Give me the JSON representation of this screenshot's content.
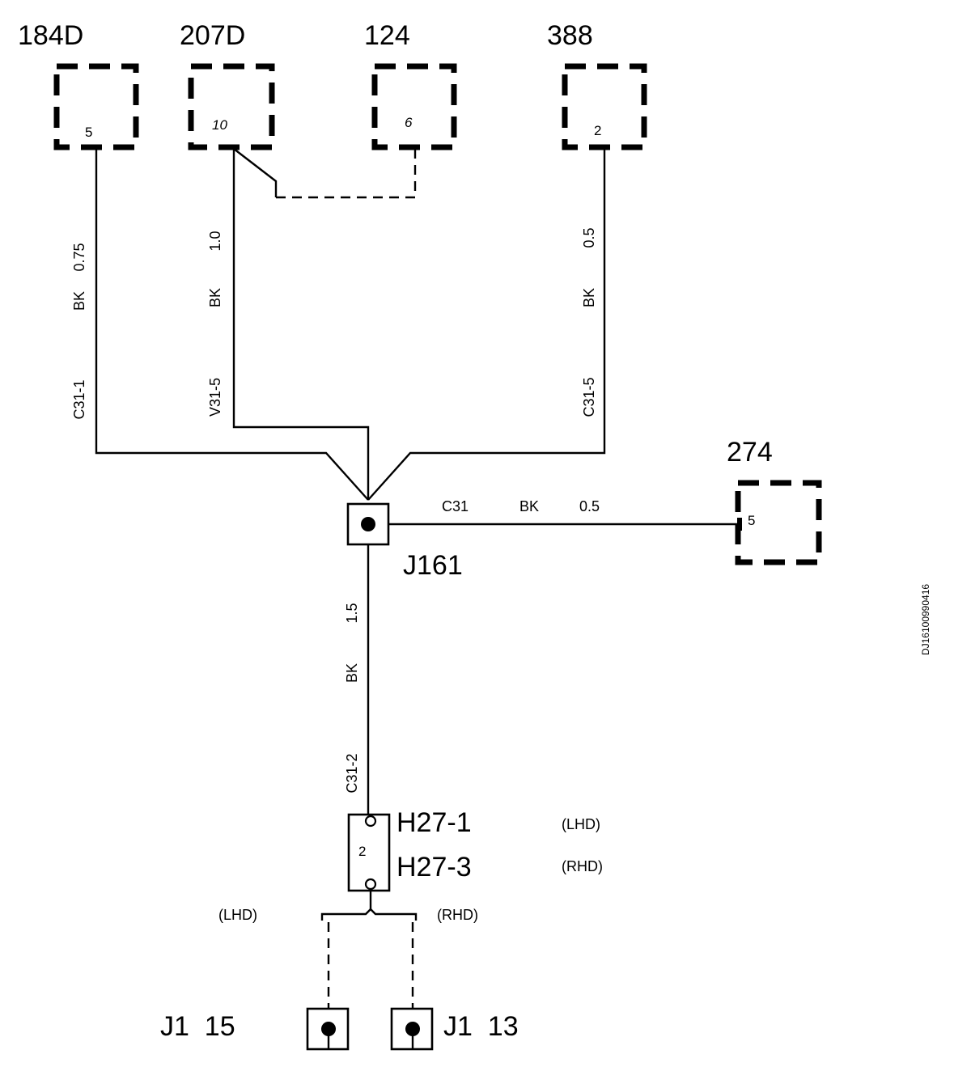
{
  "components": {
    "c184d": {
      "label": "184D",
      "pin": "5"
    },
    "c207d": {
      "label": "207D",
      "pin": "10"
    },
    "c124": {
      "label": "124",
      "pin": "6"
    },
    "c388": {
      "label": "388",
      "pin": "2"
    },
    "c274": {
      "label": "274",
      "pin": "5"
    }
  },
  "wires": {
    "w184d": {
      "circuit": "C31-1",
      "color": "BK",
      "gauge": "0.75"
    },
    "w207d": {
      "circuit": "V31-5",
      "color": "BK",
      "gauge": "1.0"
    },
    "w388": {
      "circuit": "C31-5",
      "color": "BK",
      "gauge": "0.5"
    },
    "w274": {
      "circuit": "C31",
      "color": "BK",
      "gauge": "0.5"
    },
    "wdown": {
      "circuit": "C31-2",
      "color": "BK",
      "gauge": "1.5"
    }
  },
  "splice": {
    "label": "J161"
  },
  "connector_h27": {
    "pin": "2",
    "label_lhd": "H27-1",
    "label_rhd": "H27-3",
    "note_lhd": "(LHD)",
    "note_rhd": "(RHD)"
  },
  "branch": {
    "left_note": "(LHD)",
    "right_note": "(RHD)"
  },
  "grounds": {
    "left": "J1  15",
    "right": "J1  13"
  },
  "doc_id": "DJ16100990416"
}
